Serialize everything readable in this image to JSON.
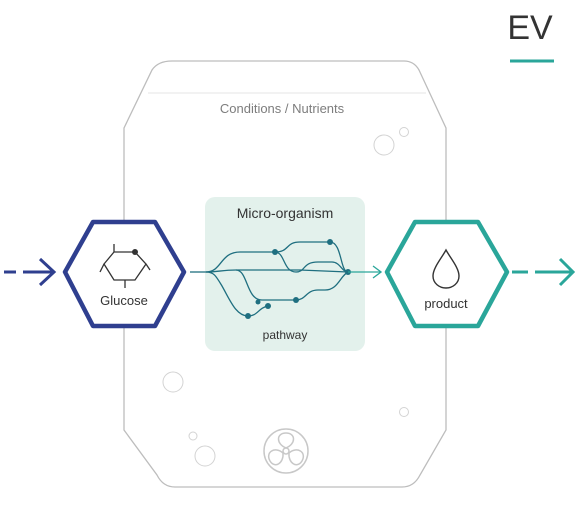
{
  "brand": {
    "logo_text": "EV",
    "accent_color": "#2aa69a"
  },
  "vessel": {
    "label": "Conditions / Nutrients",
    "outline_color": "#b9b9b9",
    "icon": "fan-icon"
  },
  "organism": {
    "title": "Micro-organism",
    "subtitle": "pathway",
    "fill_color": "#e4f1ec",
    "network_color": "#1f6f80"
  },
  "input": {
    "label": "Glucose",
    "icon": "glucose-molecule-icon",
    "color": "#2f3f8f"
  },
  "output": {
    "label": "product",
    "icon": "droplet-icon",
    "color": "#2aa69a"
  }
}
